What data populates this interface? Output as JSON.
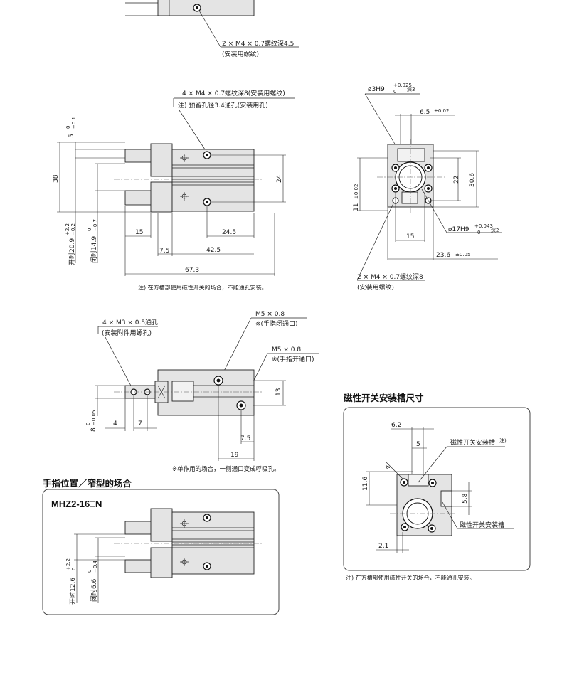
{
  "top_view": {
    "callout_1": "2 × M4 × 0.7螺纹深4.5",
    "callout_2": "(安装用螺纹)"
  },
  "side_view": {
    "callout_1": "4 × M4 × 0.7螺纹深8(安装用螺纹)",
    "callout_2": "注) 预留孔径3.4通孔(安装用孔)",
    "dim_38": "38",
    "dim_24": "24",
    "dim_15": "15",
    "dim_24_5": "24.5",
    "dim_7_5": "7.5",
    "dim_42_5": "42.5",
    "dim_67_3": "67.3",
    "tol_5": "5",
    "tol_5_upper": "0",
    "tol_5_lower": "−0.1",
    "open_label": "开时20.9",
    "open_upper": "+2.2",
    "open_lower": "−0.2",
    "closed_label": "闭时14.9",
    "closed_upper": "0",
    "closed_lower": "−0.7",
    "note": "注) 在方槽部使用磁性开关的场合，不能通孔安装。"
  },
  "end_view": {
    "hole_label": "ø3H9",
    "hole_upper": "+0.025",
    "hole_lower": "0",
    "hole_depth": "深3",
    "dim_6_5": "6.5",
    "dim_6_5_tol": "±0.02",
    "dim_22": "22",
    "dim_30_6": "30.6",
    "dim_11": "11",
    "dim_11_tol": "±0.02",
    "dim_15": "15",
    "bore_label": "ø17H9",
    "bore_upper": "+0.043",
    "bore_lower": "0",
    "bore_depth": "深2",
    "dim_23_6": "23.6",
    "dim_23_6_tol": "±0.05",
    "callout_1": "2 × M4 × 0.7螺纹深8",
    "callout_2": "(安装用螺纹)"
  },
  "bottom_view": {
    "callout_1": "4 × M3 × 0.5通孔",
    "callout_2": "(安装附件用螺孔)",
    "port_1": "M5 × 0.8",
    "port_1_note": "※(手指闭通口)",
    "port_2": "M5 × 0.8",
    "port_2_note": "※(手指开通口)",
    "dim_13": "13",
    "dim_8": "8",
    "dim_8_upper": "0",
    "dim_8_lower": "−0.05",
    "dim_4": "4",
    "dim_7": "7",
    "dim_7_5": "7.5",
    "dim_19": "19",
    "note": "※单作用的场合，一侧通口变成呼吸孔。"
  },
  "narrow_panel": {
    "title": "手指位置／窄型的场合",
    "model": "MHZ2-16□N",
    "open_label": "开时12.6",
    "open_upper": "+2.2",
    "open_lower": "0",
    "closed_label": "闭时6.6",
    "closed_upper": "0",
    "closed_lower": "−0.4"
  },
  "switch_panel": {
    "title": "磁性开关安装槽尺寸",
    "dim_6_2": "6.2",
    "dim_5": "5",
    "dim_11_6": "11.6",
    "dim_4": "4",
    "dim_5_8": "5.8",
    "dim_2_1": "2.1",
    "slot_label_1": "磁性开关安装槽",
    "slot_label_1_note": "注)",
    "slot_label_2": "磁性开关安装槽",
    "note": "注) 在方槽部使用磁性开关的场合，不能通孔安装。"
  },
  "colors": {
    "body_fill": "#e4e4e4",
    "line": "#222222"
  }
}
